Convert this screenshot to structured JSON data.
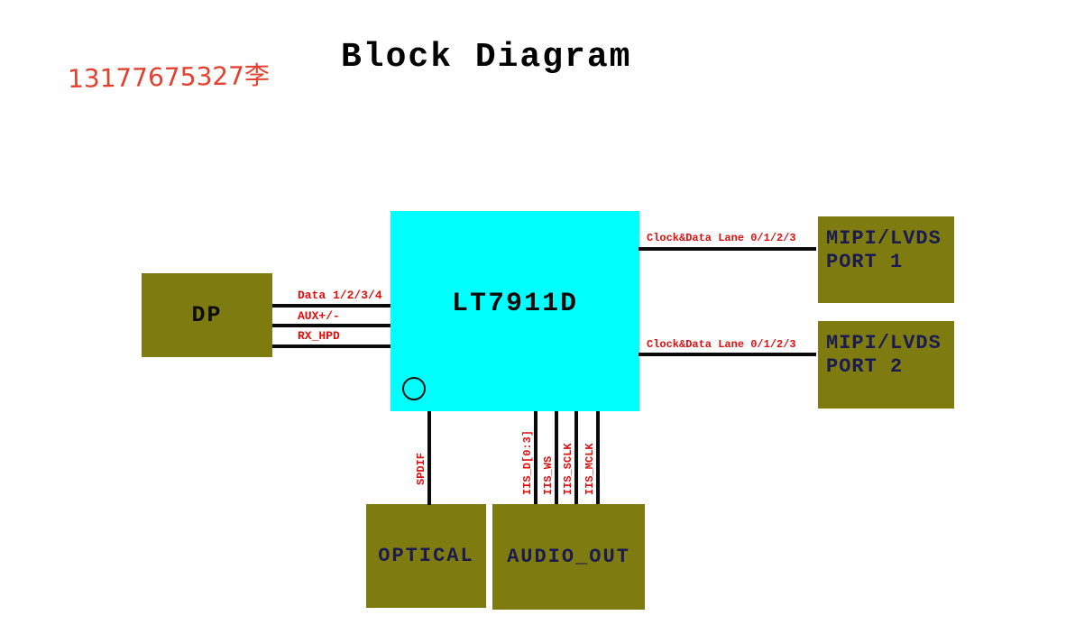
{
  "page": {
    "watermark": "13177675327李",
    "title": "Block Diagram"
  },
  "colors": {
    "chip_fill": "#00ffff",
    "block_fill": "#7e7b11",
    "wire_color": "#0a0a0a",
    "wire_label_red": "#e00e0e",
    "watermark_red": "#e5402f",
    "port_text_navy": "#1b1b4f"
  },
  "blocks": {
    "dp": {
      "label": "DP"
    },
    "chip": {
      "label": "LT7911D"
    },
    "mipi_port1": {
      "line1": "MIPI/LVDS",
      "line2": "PORT 1"
    },
    "mipi_port2": {
      "line1": "MIPI/LVDS",
      "line2": "PORT 2"
    },
    "optical": {
      "label": "OPTICAL"
    },
    "audio_out": {
      "label": "AUDIO_OUT"
    }
  },
  "wires": {
    "data_lanes": {
      "label": "Data 1/2/3/4"
    },
    "aux": {
      "label": "AUX+/-"
    },
    "rx_hpd": {
      "label": "RX_HPD"
    },
    "clock_data_port1": {
      "label": "Clock&Data Lane 0/1/2/3"
    },
    "clock_data_port2": {
      "label": "Clock&Data Lane 0/1/2/3"
    },
    "spdif": {
      "label": "SPDIF"
    },
    "iis_d": {
      "label": "IIS_D[0:3]"
    },
    "iis_ws": {
      "label": "IIS_WS"
    },
    "iis_sclk": {
      "label": "IIS_SCLK"
    },
    "iis_mclk": {
      "label": "IIS_MCLK"
    }
  }
}
